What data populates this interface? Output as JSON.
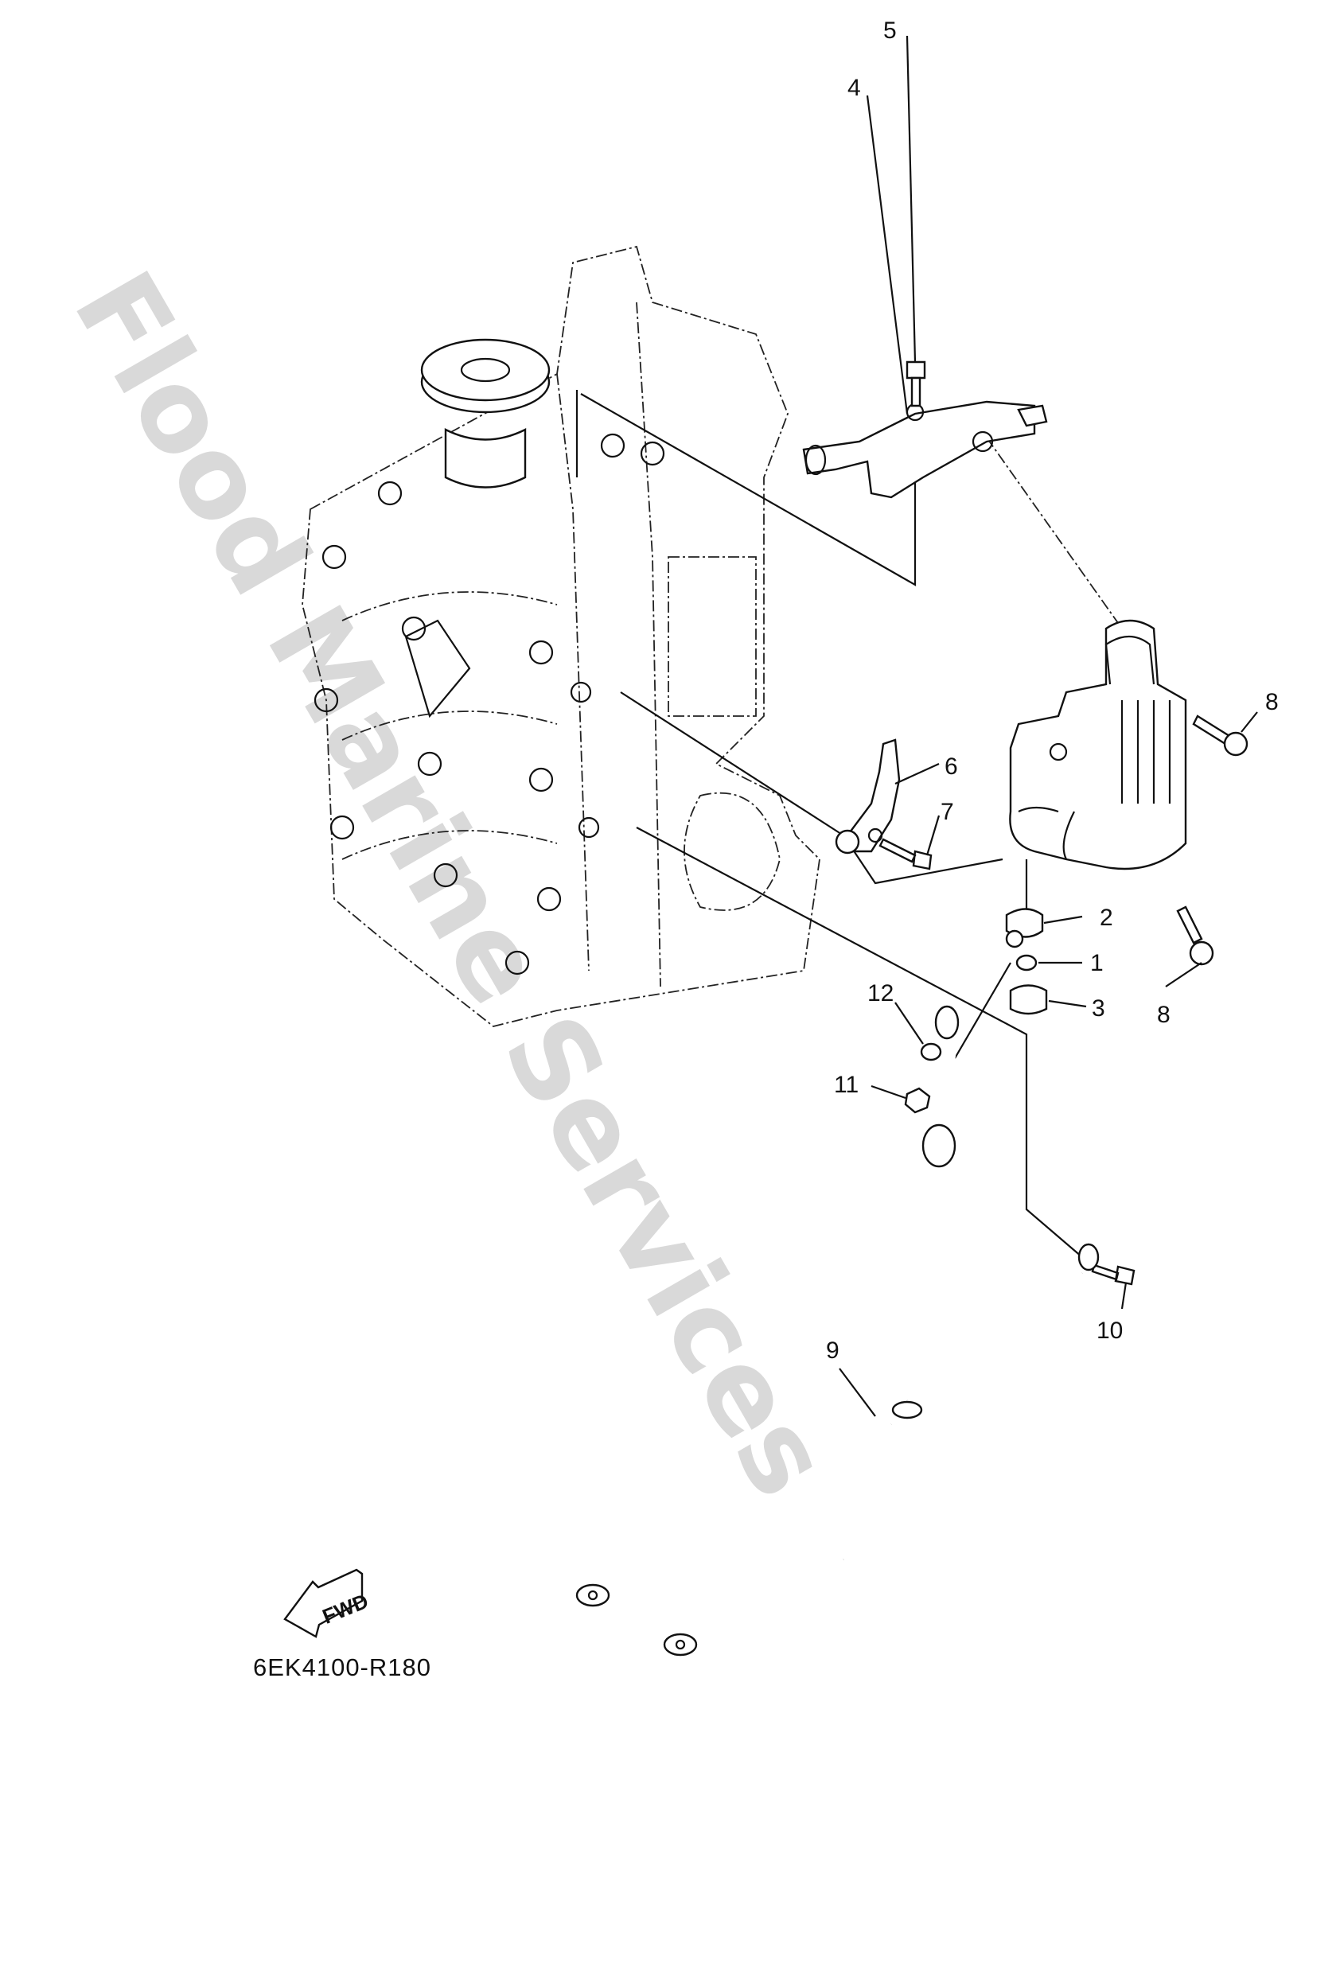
{
  "diagram": {
    "watermark": "Flood Marine Services",
    "diagram_code": "6EK4100-R180",
    "fwd_label": "FWD",
    "callouts": [
      {
        "id": "1",
        "label": "1"
      },
      {
        "id": "2",
        "label": "2"
      },
      {
        "id": "3",
        "label": "3"
      },
      {
        "id": "4",
        "label": "4"
      },
      {
        "id": "5",
        "label": "5"
      },
      {
        "id": "6",
        "label": "6"
      },
      {
        "id": "7",
        "label": "7"
      },
      {
        "id": "8a",
        "label": "8"
      },
      {
        "id": "8b",
        "label": "8"
      },
      {
        "id": "9",
        "label": "9"
      },
      {
        "id": "10",
        "label": "10"
      },
      {
        "id": "11",
        "label": "11"
      },
      {
        "id": "12",
        "label": "12"
      }
    ],
    "colors": {
      "line": "#111111",
      "watermark": "#d9d9d9"
    }
  }
}
